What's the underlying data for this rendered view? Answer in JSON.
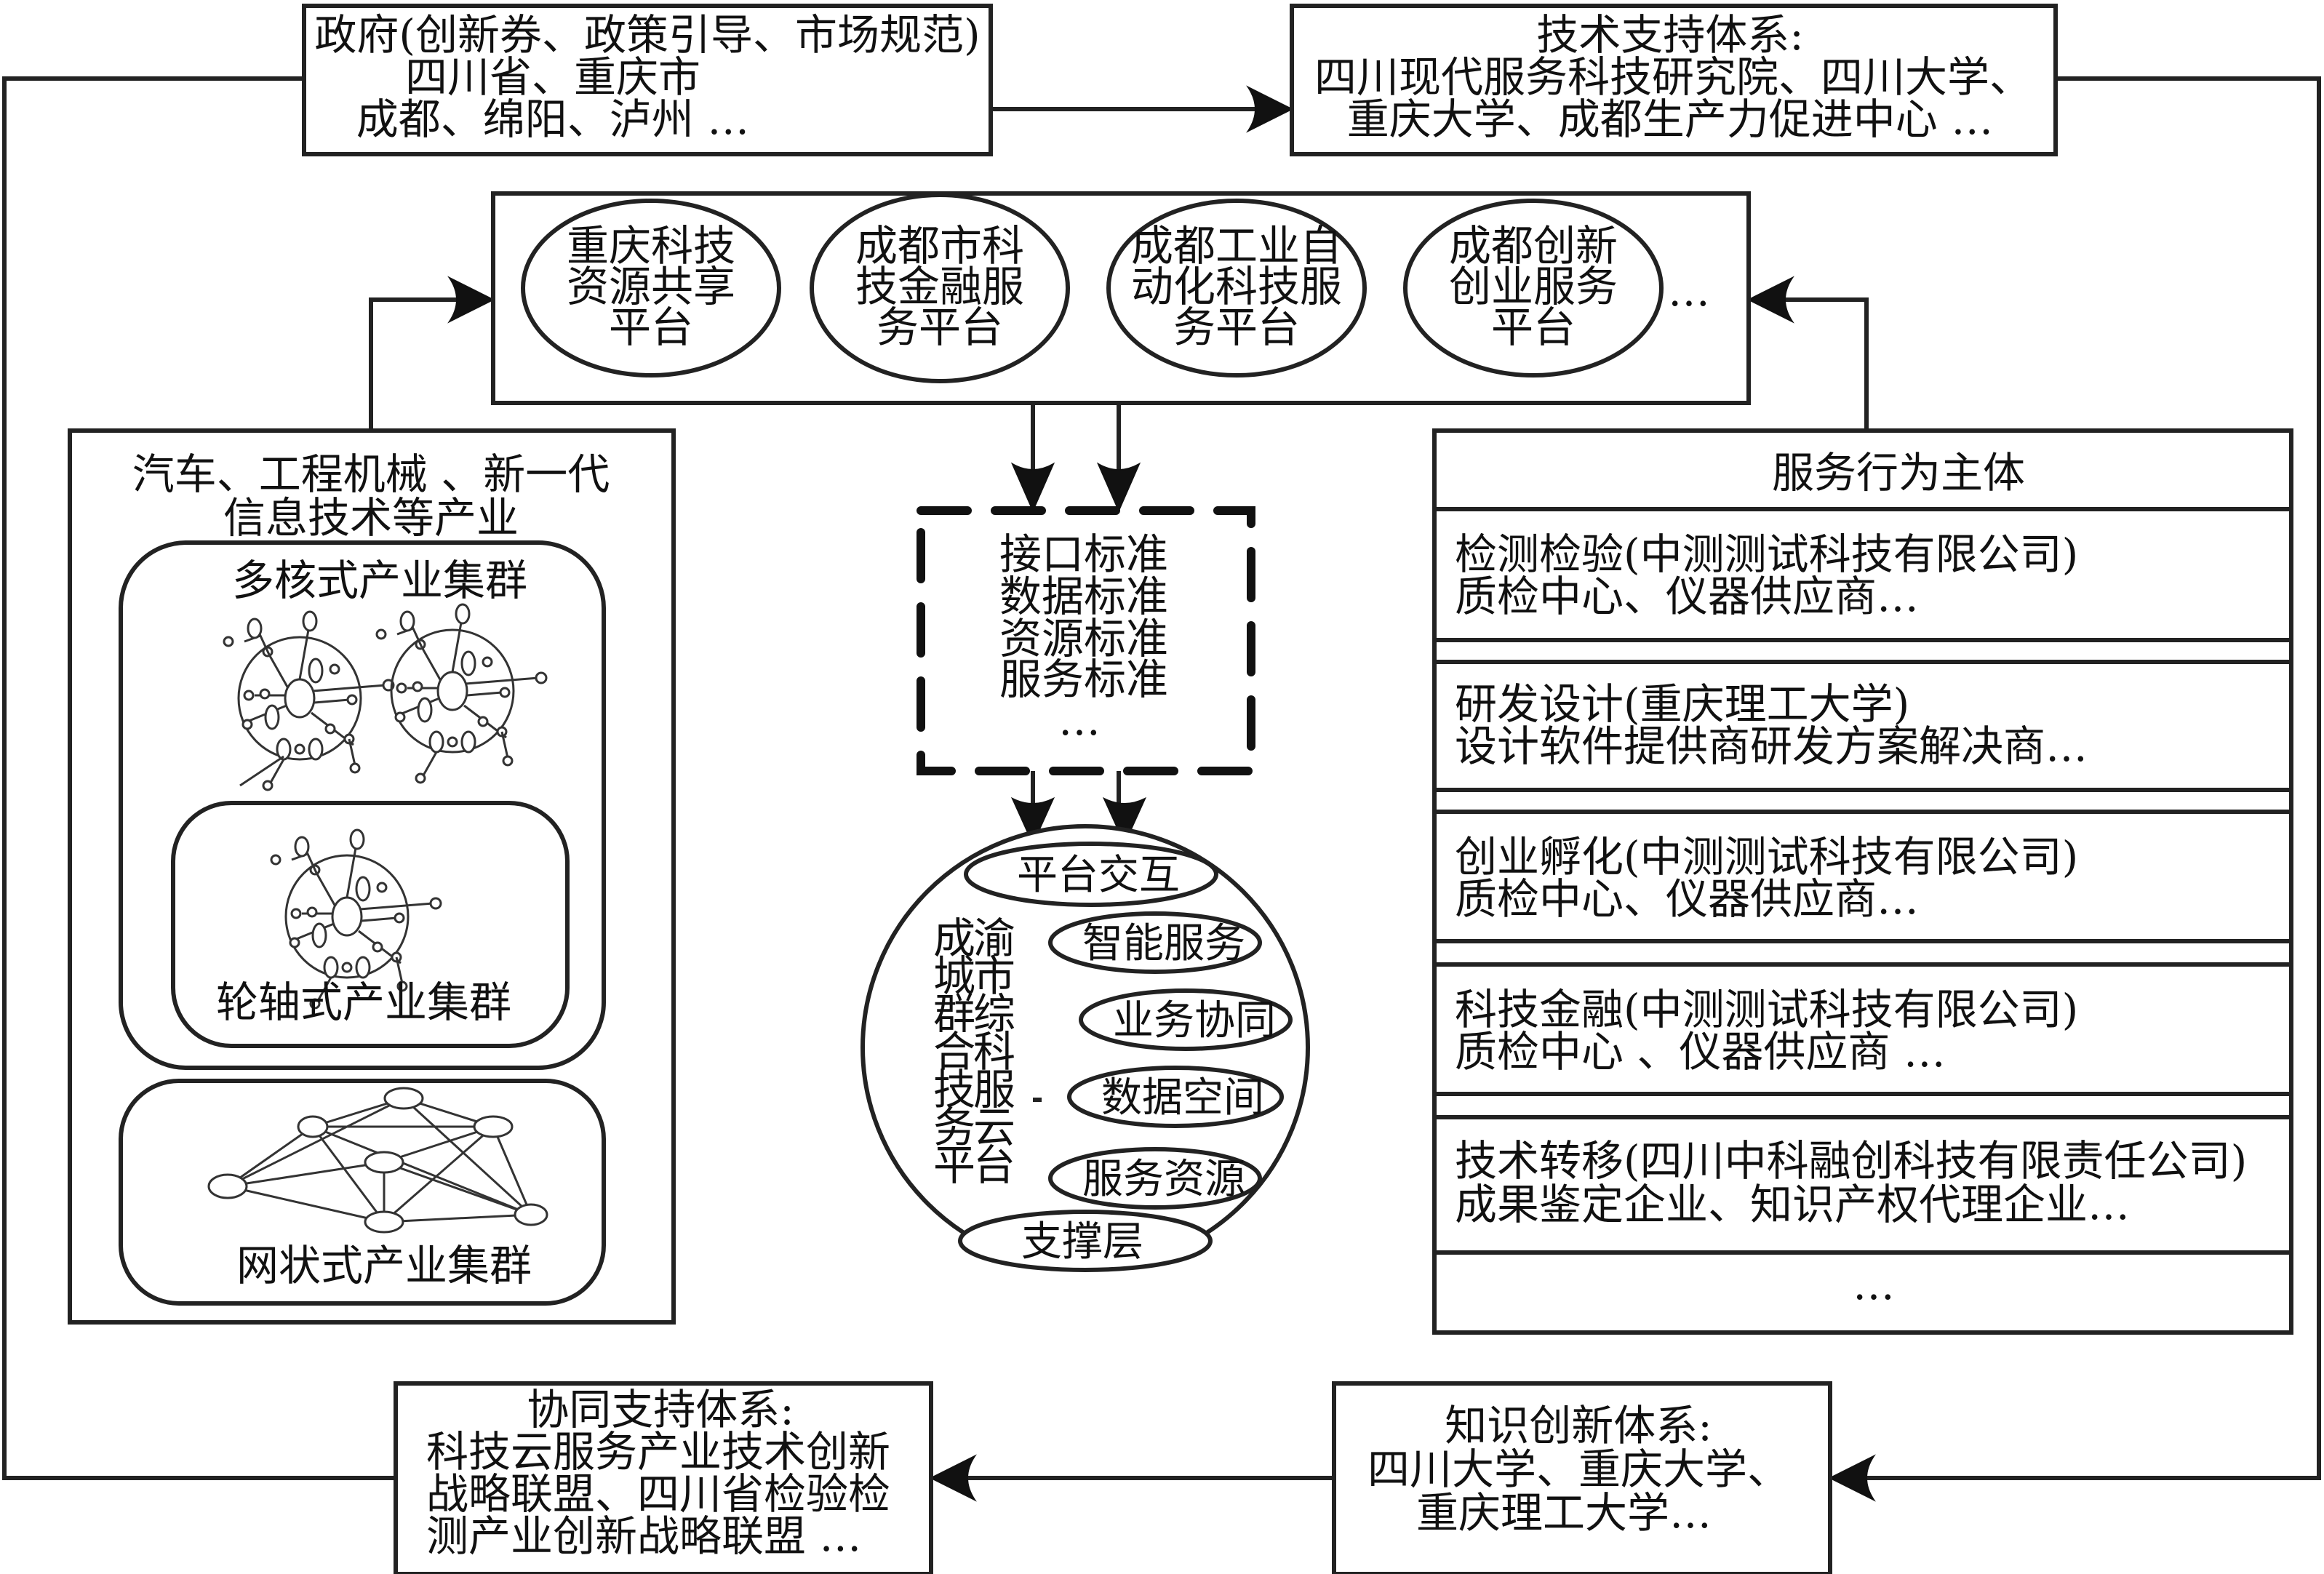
{
  "government": {
    "lines": [
      "政府(创新券、政策引导、市场规范)",
      "四川省、重庆市",
      "成都、绵阳、泸州 …"
    ]
  },
  "tech_support": {
    "lines": [
      "技术支持体系:",
      "四川现代服务科技研究院、四川大学、",
      "重庆大学、成都生产力促进中心 …"
    ]
  },
  "platforms": {
    "items": [
      {
        "lines": [
          "重庆科技",
          "资源共享",
          "平台"
        ]
      },
      {
        "lines": [
          "成都市科",
          "技金融服",
          "务平台"
        ]
      },
      {
        "lines": [
          "成都工业自",
          "动化科技服",
          "务平台"
        ]
      },
      {
        "lines": [
          "成都创新",
          "创业服务",
          "平台"
        ]
      }
    ],
    "more": "…"
  },
  "industry": {
    "title_lines": [
      "汽车、工程机械 、新一代",
      "信息技术等产业"
    ],
    "clusters": [
      {
        "label": "多核式产业集群"
      },
      {
        "label": "轮轴式产业集群"
      },
      {
        "label": "网状式产业集群"
      }
    ]
  },
  "standards": {
    "lines": [
      "接口标准",
      "数据标准",
      "资源标准",
      "服务标准",
      "…"
    ]
  },
  "cloud_platform": {
    "title_columns": [
      [
        "成",
        "城",
        "群",
        "合",
        "技",
        "务",
        "平"
      ],
      [
        "渝",
        "市",
        "综",
        "科",
        "服",
        "云",
        "台"
      ]
    ],
    "title": "成渝城市群综合科技服务云平台",
    "layers": [
      "平台交互",
      "智能服务",
      "业务协同",
      "数据空间",
      "服务资源",
      "支撑层"
    ]
  },
  "service_actors": {
    "title": "服务行为主体",
    "items": [
      {
        "lines": [
          "检测检验(中测测试科技有限公司)",
          "质检中心、仪器供应商…"
        ]
      },
      {
        "lines": [
          "研发设计(重庆理工大学)",
          "设计软件提供商研发方案解决商…"
        ]
      },
      {
        "lines": [
          "创业孵化(中测测试科技有限公司)",
          "质检中心、仪器供应商…"
        ]
      },
      {
        "lines": [
          "科技金融(中测测试科技有限公司)",
          "质检中心 、仪器供应商 …"
        ]
      },
      {
        "lines": [
          "技术转移(四川中科融创科技有限责任公司)",
          "成果鉴定企业、知识产权代理企业…"
        ]
      }
    ],
    "more": "…"
  },
  "collab_support": {
    "lines": [
      "协同支持体系:",
      "科技云服务产业技术创新",
      "战略联盟、四川省检验检",
      "测产业创新战略联盟  …"
    ]
  },
  "knowledge_innovation": {
    "lines": [
      "知识创新体系:",
      "四川大学、重庆大学、",
      "重庆理工大学…"
    ]
  }
}
